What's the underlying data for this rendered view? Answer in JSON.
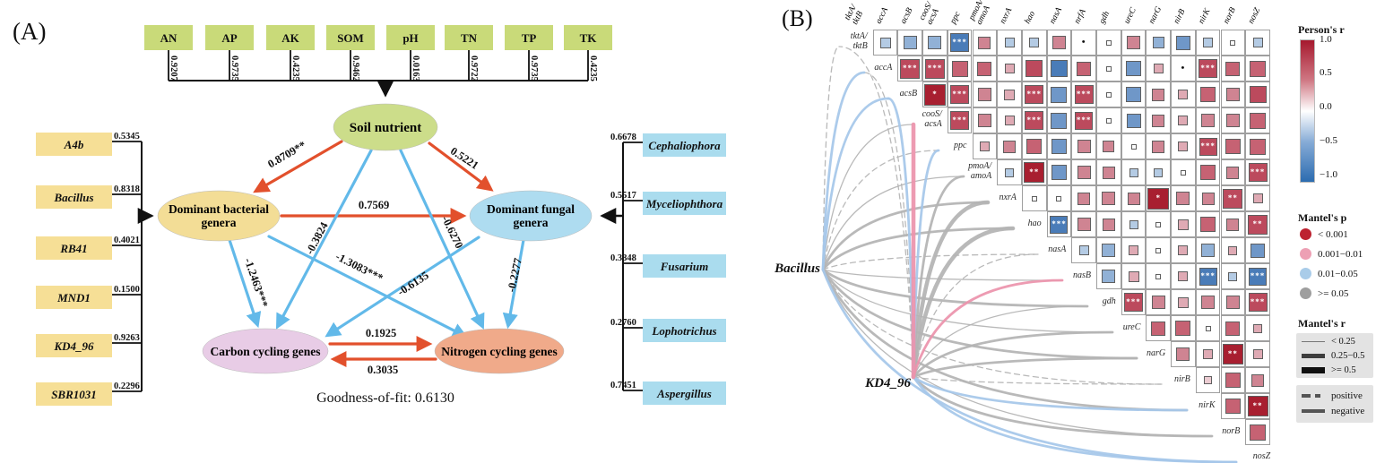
{
  "figure": {
    "panel_a_label": "(A)",
    "panel_b_label": "(B)"
  },
  "chart_data": [
    {
      "id": "panel_a_structural_equation_model",
      "type": "diagram",
      "soil_indicators": [
        {
          "name": "AN",
          "loading": "0.9207"
        },
        {
          "name": "AP",
          "loading": "0.9735"
        },
        {
          "name": "AK",
          "loading": "0.4235"
        },
        {
          "name": "SOM",
          "loading": "0.9462"
        },
        {
          "name": "pH",
          "loading": "0.0163"
        },
        {
          "name": "TN",
          "loading": "0.9722"
        },
        {
          "name": "TP",
          "loading": "0.9735"
        },
        {
          "name": "TK",
          "loading": "0.4235"
        }
      ],
      "bacteria_indicators": [
        {
          "name": "A4b",
          "loading": "0.5345"
        },
        {
          "name": "Bacillus",
          "loading": "0.8318"
        },
        {
          "name": "RB41",
          "loading": "0.4021"
        },
        {
          "name": "MND1",
          "loading": "0.1500"
        },
        {
          "name": "KD4_96",
          "loading": "0.9263"
        },
        {
          "name": "SBR1031",
          "loading": "0.2296"
        }
      ],
      "fungi_indicators": [
        {
          "name": "Cephaliophora",
          "loading": "0.6678"
        },
        {
          "name": "Myceliophthora",
          "loading": "0.5517"
        },
        {
          "name": "Fusarium",
          "loading": "0.3848"
        },
        {
          "name": "Lophotrichus",
          "loading": "0.2760"
        },
        {
          "name": "Aspergillus",
          "loading": "0.7451"
        }
      ],
      "nodes": {
        "soil": [
          "Soil nutrient"
        ],
        "bacterial": [
          "Dominant bacterial",
          "genera"
        ],
        "fungal": [
          "Dominant fungal",
          "genera"
        ],
        "carbon": [
          "Carbon cycling genes"
        ],
        "nitrogen": [
          "Nitrogen cycling genes"
        ]
      },
      "path_coefficients": {
        "soil_to_bacterial": "0.8709**",
        "soil_to_fungal": "0.5221",
        "bacterial_to_fungal": "0.7569",
        "soil_to_carbon": "-0.3824",
        "soil_to_nitrogen": "-0.6270",
        "bacterial_to_carbon": "-1.2463***",
        "bacterial_to_nitrogen": "-1.3083***",
        "fungal_to_carbon": "-0.6135",
        "fungal_to_nitrogen": "-0.2277",
        "carbon_to_nitrogen": "0.1925",
        "nitrogen_to_carbon": "0.3035"
      },
      "goodness_of_fit": "Goodness-of-fit: 0.6130",
      "colors": {
        "positive_path": "#e2502c",
        "negative_path": "#62b9e9",
        "soil_box": "#c9da79",
        "bacteria_box": "#f6df96",
        "fungi_box": "#aadcee",
        "soil_node": "#ccdd8a",
        "bacterial_node": "#f3dd96",
        "fungal_node": "#aedcf0",
        "carbon_node": "#e8cce6",
        "nitrogen_node": "#f0aa8a"
      }
    },
    {
      "id": "panel_b_mantel_correlation",
      "type": "heatmap",
      "taxa_nodes": [
        "Bacillus",
        "KD4_96"
      ],
      "columns": [
        "tktA/tktB",
        "accA",
        "acsB",
        "cooS/acsA",
        "ppc",
        "pmoA/amoA",
        "nxrA",
        "hao",
        "nasA",
        "nrfA",
        "gdh",
        "ureC",
        "narG",
        "nirB",
        "nirK",
        "norB",
        "nosZ"
      ],
      "rows": [
        "tktA/tktB",
        "accA",
        "acsB",
        "cooS/acsA",
        "ppc",
        "pmoA/amoA",
        "nxrA",
        "hao",
        "nasA",
        "nasB",
        "gdh",
        "ureC",
        "narG",
        "nirB",
        "nirK",
        "norB",
        "nosZ"
      ],
      "cells": [
        [
          [
            -0.35
          ],
          [
            -0.5
          ],
          [
            -0.5
          ],
          [
            -0.8,
            "***"
          ],
          [
            0.45
          ],
          [
            -0.3
          ],
          [
            -0.3
          ],
          [
            0.5
          ],
          [
            0.02,
            "dot"
          ],
          [
            0.07
          ],
          [
            0.5
          ],
          [
            -0.4
          ],
          [
            -0.55
          ],
          [
            -0.3
          ],
          [
            0.06
          ],
          [
            -0.3
          ]
        ],
        [
          [
            0.85,
            "***"
          ],
          [
            0.85,
            "***"
          ],
          [
            0.65
          ],
          [
            0.55
          ],
          [
            0.3
          ],
          [
            0.7
          ],
          [
            -0.7
          ],
          [
            0.55
          ],
          [
            0.07
          ],
          [
            -0.6
          ],
          [
            0.3
          ],
          [
            0.02,
            "dot"
          ],
          [
            0.8,
            "***"
          ],
          [
            0.55
          ],
          [
            0.65
          ]
        ],
        [
          [
            0.97,
            "*"
          ],
          [
            0.8,
            "***"
          ],
          [
            0.5
          ],
          [
            0.35
          ],
          [
            0.8,
            "***"
          ],
          [
            -0.65
          ],
          [
            0.8,
            "***"
          ],
          [
            0.07
          ],
          [
            -0.6
          ],
          [
            0.45
          ],
          [
            0.3
          ],
          [
            0.6
          ],
          [
            0.5
          ],
          [
            0.7
          ]
        ],
        [
          [
            0.8,
            "***"
          ],
          [
            0.5
          ],
          [
            0.3
          ],
          [
            0.8,
            "***"
          ],
          [
            -0.65
          ],
          [
            0.75,
            "***"
          ],
          [
            0.07
          ],
          [
            -0.55
          ],
          [
            0.45
          ],
          [
            0.3
          ],
          [
            0.5
          ],
          [
            0.5
          ],
          [
            0.65
          ]
        ],
        [
          [
            0.3
          ],
          [
            0.45
          ],
          [
            0.6
          ],
          [
            -0.6
          ],
          [
            0.5
          ],
          [
            0.4
          ],
          [
            0.07
          ],
          [
            0.45
          ],
          [
            0.3
          ],
          [
            0.75,
            "***"
          ],
          [
            0.6
          ],
          [
            0.65
          ]
        ],
        [
          [
            -0.25
          ],
          [
            0.9,
            "**"
          ],
          [
            -0.6
          ],
          [
            0.5
          ],
          [
            0.45
          ],
          [
            -0.25
          ],
          [
            -0.25
          ],
          [
            0.07
          ],
          [
            0.6
          ],
          [
            0.45
          ],
          [
            0.8,
            "***"
          ]
        ],
        [
          [
            0.06
          ],
          [
            0.07
          ],
          [
            0.45
          ],
          [
            0.5
          ],
          [
            0.45
          ],
          [
            0.95,
            "*"
          ],
          [
            0.5
          ],
          [
            0.45
          ],
          [
            0.85,
            "**"
          ],
          [
            0.3
          ]
        ],
        [
          [
            -0.75,
            "***"
          ],
          [
            0.5
          ],
          [
            0.45
          ],
          [
            -0.28
          ],
          [
            0.05
          ],
          [
            0.38
          ],
          [
            0.6
          ],
          [
            0.45
          ],
          [
            0.88,
            "**"
          ]
        ],
        [
          [
            -0.3
          ],
          [
            -0.5
          ],
          [
            0.3
          ],
          [
            0.06
          ],
          [
            0.3
          ],
          [
            -0.5
          ],
          [
            0.25
          ],
          [
            -0.55
          ]
        ],
        [
          [
            -0.5
          ],
          [
            0.35
          ],
          [
            0.06
          ],
          [
            0.3
          ],
          [
            -0.75,
            "***"
          ],
          [
            -0.25
          ],
          [
            -0.75,
            "***"
          ]
        ],
        [
          [
            0.8,
            "***"
          ],
          [
            0.5
          ],
          [
            0.35
          ],
          [
            0.5
          ],
          [
            0.5
          ],
          [
            0.8,
            "***"
          ]
        ],
        [
          [
            0.55
          ],
          [
            0.6
          ],
          [
            0.06
          ],
          [
            0.55
          ],
          [
            0.25
          ]
        ],
        [
          [
            0.5
          ],
          [
            0.3
          ],
          [
            0.9,
            "**"
          ],
          [
            0.3
          ]
        ],
        [
          [
            0.2
          ],
          [
            0.6
          ],
          [
            0.45
          ]
        ],
        [
          [
            0.6
          ],
          [
            0.9,
            "**"
          ]
        ],
        [
          [
            0.65
          ]
        ]
      ],
      "network_edges": [
        {
          "from": "Bacillus",
          "to": "tktA/tktB",
          "color": "gray",
          "width": "thin",
          "style": "dashed"
        },
        {
          "from": "Bacillus",
          "to": "accA",
          "color": "blue",
          "width": "medium",
          "style": "solid"
        },
        {
          "from": "Bacillus",
          "to": "acsB",
          "color": "blue",
          "width": "medium",
          "style": "solid"
        },
        {
          "from": "Bacillus",
          "to": "cooS/acsA",
          "color": "gray",
          "width": "thin",
          "style": "solid"
        },
        {
          "from": "Bacillus",
          "to": "ppc",
          "color": "gray",
          "width": "thin",
          "style": "dashed"
        },
        {
          "from": "Bacillus",
          "to": "pmoA/amoA",
          "color": "gray",
          "width": "thin",
          "style": "solid"
        },
        {
          "from": "Bacillus",
          "to": "nxrA",
          "color": "gray",
          "width": "medium",
          "style": "solid"
        },
        {
          "from": "Bacillus",
          "to": "hao",
          "color": "gray",
          "width": "medium",
          "style": "solid"
        },
        {
          "from": "Bacillus",
          "to": "nasA",
          "color": "gray",
          "width": "thin",
          "style": "dashed"
        },
        {
          "from": "Bacillus",
          "to": "nasB",
          "color": "gray",
          "width": "thin",
          "style": "solid"
        },
        {
          "from": "Bacillus",
          "to": "gdh",
          "color": "gray",
          "width": "medium",
          "style": "solid"
        },
        {
          "from": "Bacillus",
          "to": "ureC",
          "color": "gray",
          "width": "thin",
          "style": "solid"
        },
        {
          "from": "Bacillus",
          "to": "narG",
          "color": "gray",
          "width": "medium",
          "style": "solid"
        },
        {
          "from": "Bacillus",
          "to": "nirB",
          "color": "gray",
          "width": "thin",
          "style": "dashed"
        },
        {
          "from": "Bacillus",
          "to": "nirK",
          "color": "gray",
          "width": "medium",
          "style": "solid"
        },
        {
          "from": "Bacillus",
          "to": "norB",
          "color": "gray",
          "width": "thin",
          "style": "solid"
        },
        {
          "from": "Bacillus",
          "to": "nosZ",
          "color": "blue",
          "width": "medium",
          "style": "solid"
        },
        {
          "from": "KD4_96",
          "to": "tktA/tktB",
          "color": "gray",
          "width": "thin",
          "style": "dashed"
        },
        {
          "from": "KD4_96",
          "to": "accA",
          "color": "gray",
          "width": "thin",
          "style": "dashed"
        },
        {
          "from": "KD4_96",
          "to": "acsB",
          "color": "blue",
          "width": "medium",
          "style": "solid"
        },
        {
          "from": "KD4_96",
          "to": "cooS/acsA",
          "color": "pink",
          "width": "thick",
          "style": "solid"
        },
        {
          "from": "KD4_96",
          "to": "ppc",
          "color": "blue",
          "width": "medium",
          "style": "solid"
        },
        {
          "from": "KD4_96",
          "to": "pmoA/amoA",
          "color": "gray",
          "width": "medium",
          "style": "solid"
        },
        {
          "from": "KD4_96",
          "to": "nxrA",
          "color": "gray",
          "width": "thick",
          "style": "solid"
        },
        {
          "from": "KD4_96",
          "to": "hao",
          "color": "gray",
          "width": "thick",
          "style": "solid"
        },
        {
          "from": "KD4_96",
          "to": "nasA",
          "color": "gray",
          "width": "thin",
          "style": "dashed"
        },
        {
          "from": "KD4_96",
          "to": "nasB",
          "color": "pink",
          "width": "medium",
          "style": "solid"
        },
        {
          "from": "KD4_96",
          "to": "gdh",
          "color": "gray",
          "width": "thin",
          "style": "solid"
        },
        {
          "from": "KD4_96",
          "to": "ureC",
          "color": "gray",
          "width": "medium",
          "style": "solid"
        },
        {
          "from": "KD4_96",
          "to": "narG",
          "color": "gray",
          "width": "medium",
          "style": "solid"
        },
        {
          "from": "KD4_96",
          "to": "nirB",
          "color": "gray",
          "width": "thin",
          "style": "dashed"
        },
        {
          "from": "KD4_96",
          "to": "nirK",
          "color": "blue",
          "width": "medium",
          "style": "solid"
        },
        {
          "from": "KD4_96",
          "to": "norB",
          "color": "gray",
          "width": "medium",
          "style": "solid"
        },
        {
          "from": "KD4_96",
          "to": "nosZ",
          "color": "blue",
          "width": "medium",
          "style": "solid"
        }
      ],
      "legend": {
        "pearson": {
          "title": "Person's r",
          "ticks": [
            "1.0",
            "0.5",
            "0.0",
            "−0.5",
            "−1.0"
          ],
          "colors": {
            "positive": "#a6192e",
            "zero": "#ffffff",
            "negative": "#2c6cb0"
          }
        },
        "mantel_p": {
          "title": "Mantel's p",
          "items": [
            {
              "label": "< 0.001",
              "color": "#bd2230"
            },
            {
              "label": "0.001−0.01",
              "color": "#eda0b4"
            },
            {
              "label": "0.01−0.05",
              "color": "#a9cce9"
            },
            {
              "label": ">= 0.05",
              "color": "#9e9e9e"
            }
          ]
        },
        "mantel_r": {
          "title": "Mantel's r",
          "items": [
            {
              "label": "< 0.25",
              "weight": "thin"
            },
            {
              "label": "0.25−0.5",
              "weight": "medium"
            },
            {
              "label": ">= 0.5",
              "weight": "thick"
            }
          ]
        },
        "line_sign": {
          "items": [
            {
              "label": "positive",
              "style": "dashed"
            },
            {
              "label": "negative",
              "style": "solid"
            }
          ]
        }
      }
    }
  ]
}
